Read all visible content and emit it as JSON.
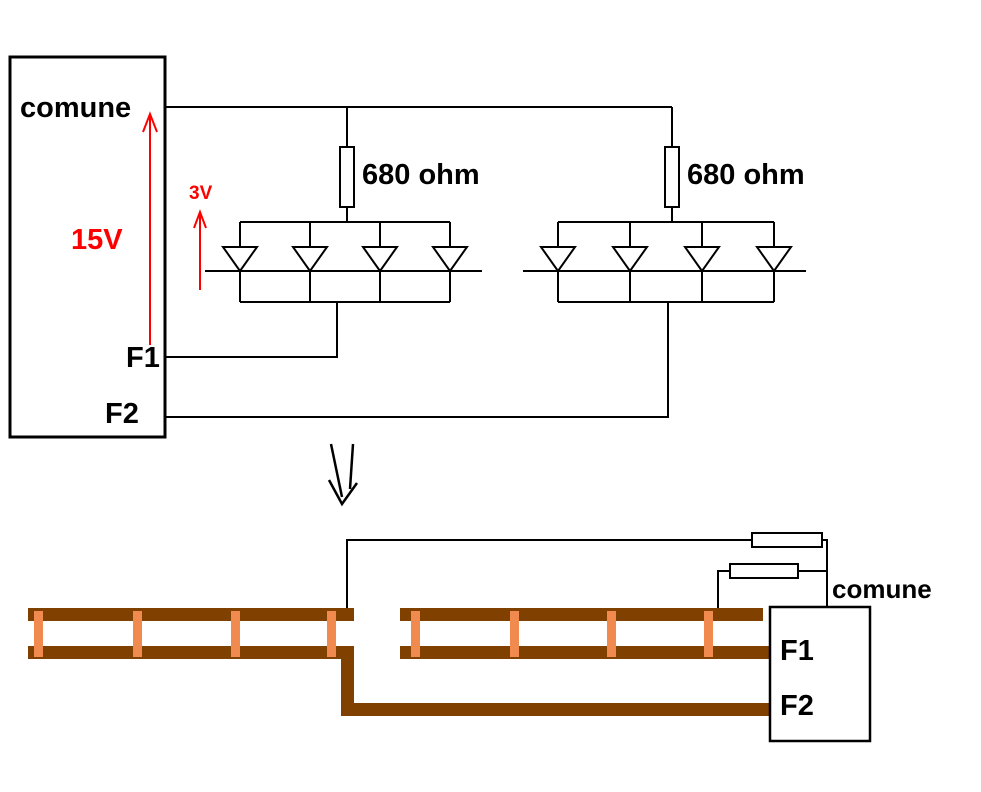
{
  "colors": {
    "line": "#000000",
    "arrow_red": "#fe0000",
    "strip_brown": "#7f4000",
    "led_orange": "#f08a4e",
    "background": "#ffffff"
  },
  "schematic": {
    "supply": {
      "common_label": "comune",
      "voltage_label": "15V",
      "feed1_label": "F1",
      "feed2_label": "F2"
    },
    "led_voltage_label": "3V",
    "resistor_left_label": "680 ohm",
    "resistor_right_label": "680 ohm",
    "led_groups": [
      {
        "name": "left",
        "led_count": 4
      },
      {
        "name": "right",
        "led_count": 4
      }
    ]
  },
  "strip_view": {
    "common_label": "comune",
    "feed1_label": "F1",
    "feed2_label": "F2"
  }
}
